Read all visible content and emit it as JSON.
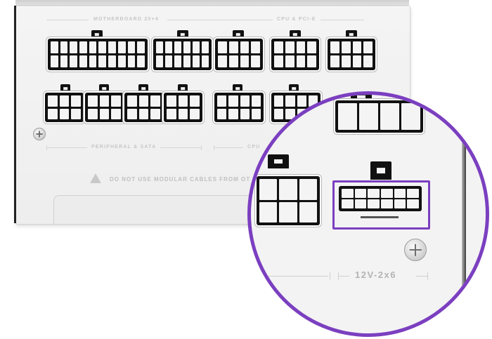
{
  "panel": {
    "section_labels": {
      "motherboard": "MOTHERBOARD 20+4",
      "cpu_pcie": "CPU & PCI-E",
      "peripheral_sata": "PERIPHERAL & SATA",
      "cpu_partial": "CPU"
    },
    "warning_text": "DO NOT USE MODULAR CABLES FROM OT"
  },
  "zoom": {
    "connector_label": "12V-2x6"
  },
  "colors": {
    "accent_ring": "#7b3fc0",
    "connector": "#111111",
    "panel": "#eeeeee"
  }
}
